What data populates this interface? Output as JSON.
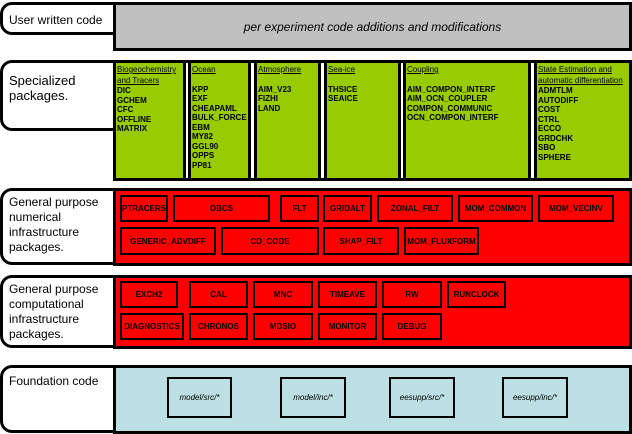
{
  "rows": {
    "user": {
      "label": "User written code",
      "content": "per experiment code additions and modifications"
    },
    "specialized": {
      "label": "Specialized packages.",
      "columns": [
        {
          "title": [
            "Biogeochemistry",
            "and Tracers"
          ],
          "items": [
            "DIC",
            "GCHEM",
            "CFC",
            "OFFLINE",
            "MATRIX"
          ]
        },
        {
          "title": [
            "Ocean"
          ],
          "items": [
            "KPP",
            "EXF",
            "CHEAPAML",
            "BULK_FORCE",
            "EBM",
            "MY82",
            "GGL90",
            "OPPS",
            "PP81"
          ]
        },
        {
          "title": [
            "Atmosphere"
          ],
          "items": [
            "AIM_V23",
            "FIZHI",
            "LAND"
          ]
        },
        {
          "title": [
            "Sea-ice"
          ],
          "items": [
            "THSICE",
            "SEAICE"
          ]
        },
        {
          "title": [
            "Coupling"
          ],
          "items": [
            "AIM_COMPON_INTERF",
            "AIM_OCN_COUPLER",
            "COMPON_COMMUNIC",
            "OCN_COMPON_INTERF"
          ]
        },
        {
          "title": [
            "State Estimation and",
            "automatic differentiation"
          ],
          "items": [
            "ADMTLM",
            "AUTODIFF",
            "COST",
            "CTRL",
            "ECCO",
            "GRDCHK",
            "SBO",
            "SPHERE"
          ]
        }
      ]
    },
    "numerical": {
      "label": "General purpose numerical infrastructure packages.",
      "packages": [
        "PTRACERS",
        "OBCS",
        "FLT",
        "GRIDALT",
        "ZONAL_FILT",
        "MOM_COMMON",
        "MOM_VECINV",
        "GENERIC_ADVDIFF",
        "CD_CODE",
        "SHAP_FILT",
        "MOM_FLUXFORM"
      ]
    },
    "computational": {
      "label": "General purpose computational infrastructure packages.",
      "packages": [
        "EXCH2",
        "CAL",
        "MNC",
        "TIMEAVE",
        "RW",
        "RUNCLOCK",
        "DIAGNOSTICS",
        "CHRONOS",
        "MDSIO",
        "MONITOR",
        "DEBUG"
      ]
    },
    "foundation": {
      "label": "Foundation code",
      "packages": [
        "model/src/*",
        "model/inc/*",
        "eesupp/src/*",
        "eesupp/inc/*"
      ]
    }
  },
  "colors": {
    "user": "#c0c0c0",
    "specialized": "#99cc00",
    "infrastructure": "#ff0000",
    "foundation": "#bbdfe2"
  }
}
